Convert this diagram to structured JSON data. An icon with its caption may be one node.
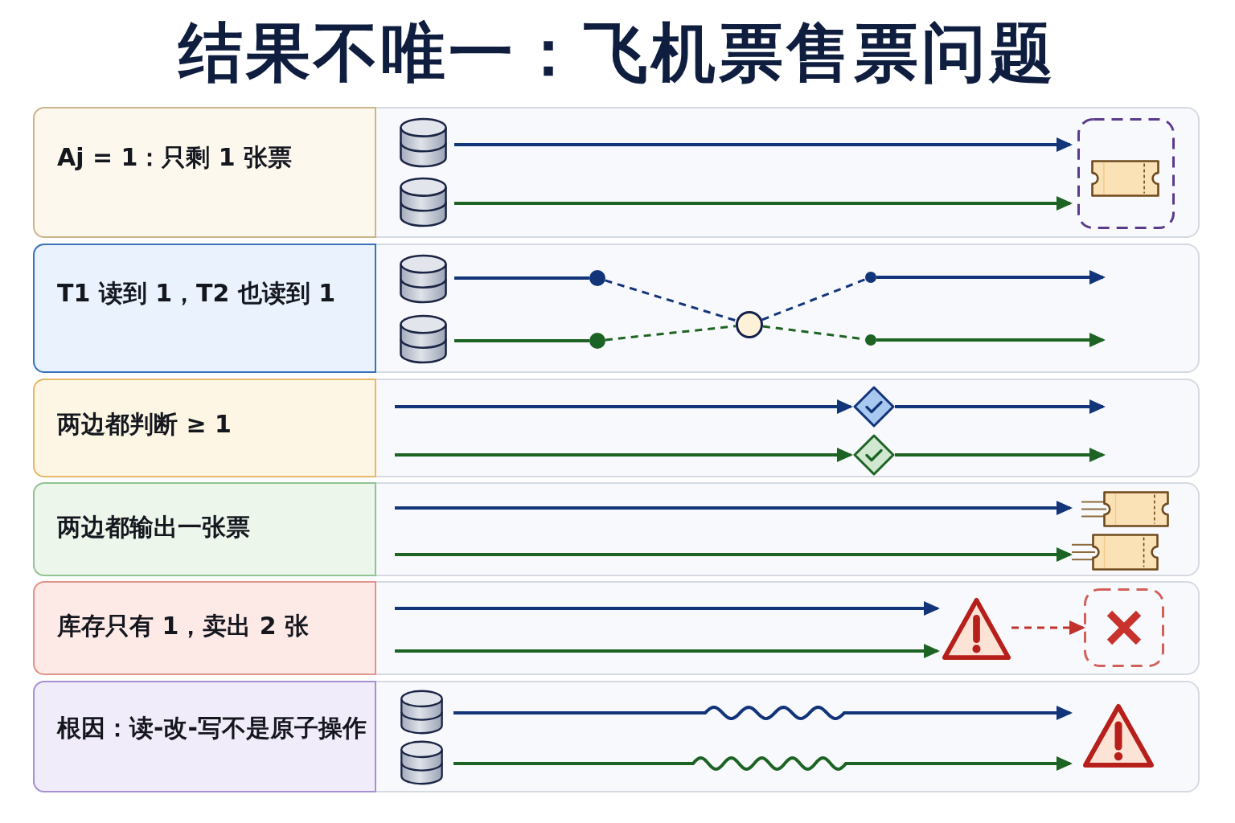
{
  "diagram": {
    "title": "结果不唯一：飞机票售票问题",
    "nodes": [
      {
        "text": [
          "Aj = 1：只剩 1 张票"
        ]
      },
      {
        "text": [],
        "shape": "cylinder"
      },
      {
        "text": [],
        "shape": "cylinder"
      },
      {
        "text": [],
        "shape": "box"
      },
      {
        "text": [
          "T1 读到 1，T2 也读到 1"
        ]
      },
      {
        "text": [],
        "shape": "cylinder"
      },
      {
        "text": [],
        "shape": "cylinder"
      },
      {
        "text": [],
        "shape": "circle"
      },
      {
        "text": [],
        "shape": "circle"
      },
      {
        "text": [],
        "shape": "circle"
      },
      {
        "text": [],
        "shape": "circle"
      },
      {
        "text": [],
        "shape": "circle"
      },
      {
        "text": [
          "两边都判断 ≥ 1"
        ]
      },
      {
        "text": [],
        "shape": "diamond"
      },
      {
        "text": [],
        "shape": "diamond"
      },
      {
        "text": [
          "两边都输出一张票"
        ]
      },
      {
        "text": [],
        "shape": "picture"
      },
      {
        "text": [],
        "shape": "picture"
      },
      {
        "text": [
          "库存只有 1，卖出 2 张"
        ]
      },
      {
        "text": [],
        "shape": "triangle"
      },
      {
        "text": [],
        "shape": "box"
      },
      {
        "text": [
          "根因：读-改-写不是原子操作"
        ]
      },
      {
        "text": [],
        "shape": "cylinder"
      },
      {
        "text": [],
        "shape": "cylinder"
      },
      {
        "text": [],
        "shape": "triangle"
      }
    ],
    "edges": [
      {
        "from": 1,
        "to": 3,
        "arrow": "to"
      },
      {
        "from": 2,
        "to": 3,
        "arrow": "to",
        "color": "#1d6324"
      },
      {
        "from": 5,
        "to": 7,
        "arrow": "none"
      },
      {
        "from": 7,
        "to": 9,
        "arrow": "none",
        "style": "dashed"
      },
      {
        "from": 9,
        "to": 10,
        "arrow": "none",
        "style": "dashed"
      },
      {
        "from": 10,
        "to": null,
        "arrow": "to"
      },
      {
        "from": 6,
        "to": 8,
        "arrow": "none",
        "color": "#1d6324"
      },
      {
        "from": 8,
        "to": 9,
        "arrow": "none",
        "style": "dashed",
        "color": "#1d6324"
      },
      {
        "from": 9,
        "to": 11,
        "arrow": "none",
        "style": "dashed",
        "color": "#1d6324"
      },
      {
        "from": 11,
        "to": null,
        "arrow": "to",
        "color": "#1d6324"
      },
      {
        "from": null,
        "to": 13,
        "arrow": "to"
      },
      {
        "from": 13,
        "to": null,
        "arrow": "to"
      },
      {
        "from": null,
        "to": 14,
        "arrow": "to",
        "color": "#1d6324"
      },
      {
        "from": 14,
        "to": null,
        "arrow": "to",
        "color": "#1d6324"
      },
      {
        "from": null,
        "to": 16,
        "arrow": "to"
      },
      {
        "from": null,
        "to": 17,
        "arrow": "to",
        "color": "#1d6324"
      },
      {
        "from": null,
        "to": 19,
        "arrow": "to"
      },
      {
        "from": null,
        "to": 19,
        "arrow": "to",
        "color": "#1d6324"
      },
      {
        "from": 19,
        "to": 20,
        "arrow": "to",
        "style": "dashed",
        "color": "#c0332b"
      },
      {
        "from": 22,
        "to": 24,
        "arrow": "to"
      },
      {
        "from": 23,
        "to": 24,
        "arrow": "to",
        "color": "#1d6324"
      }
    ]
  }
}
